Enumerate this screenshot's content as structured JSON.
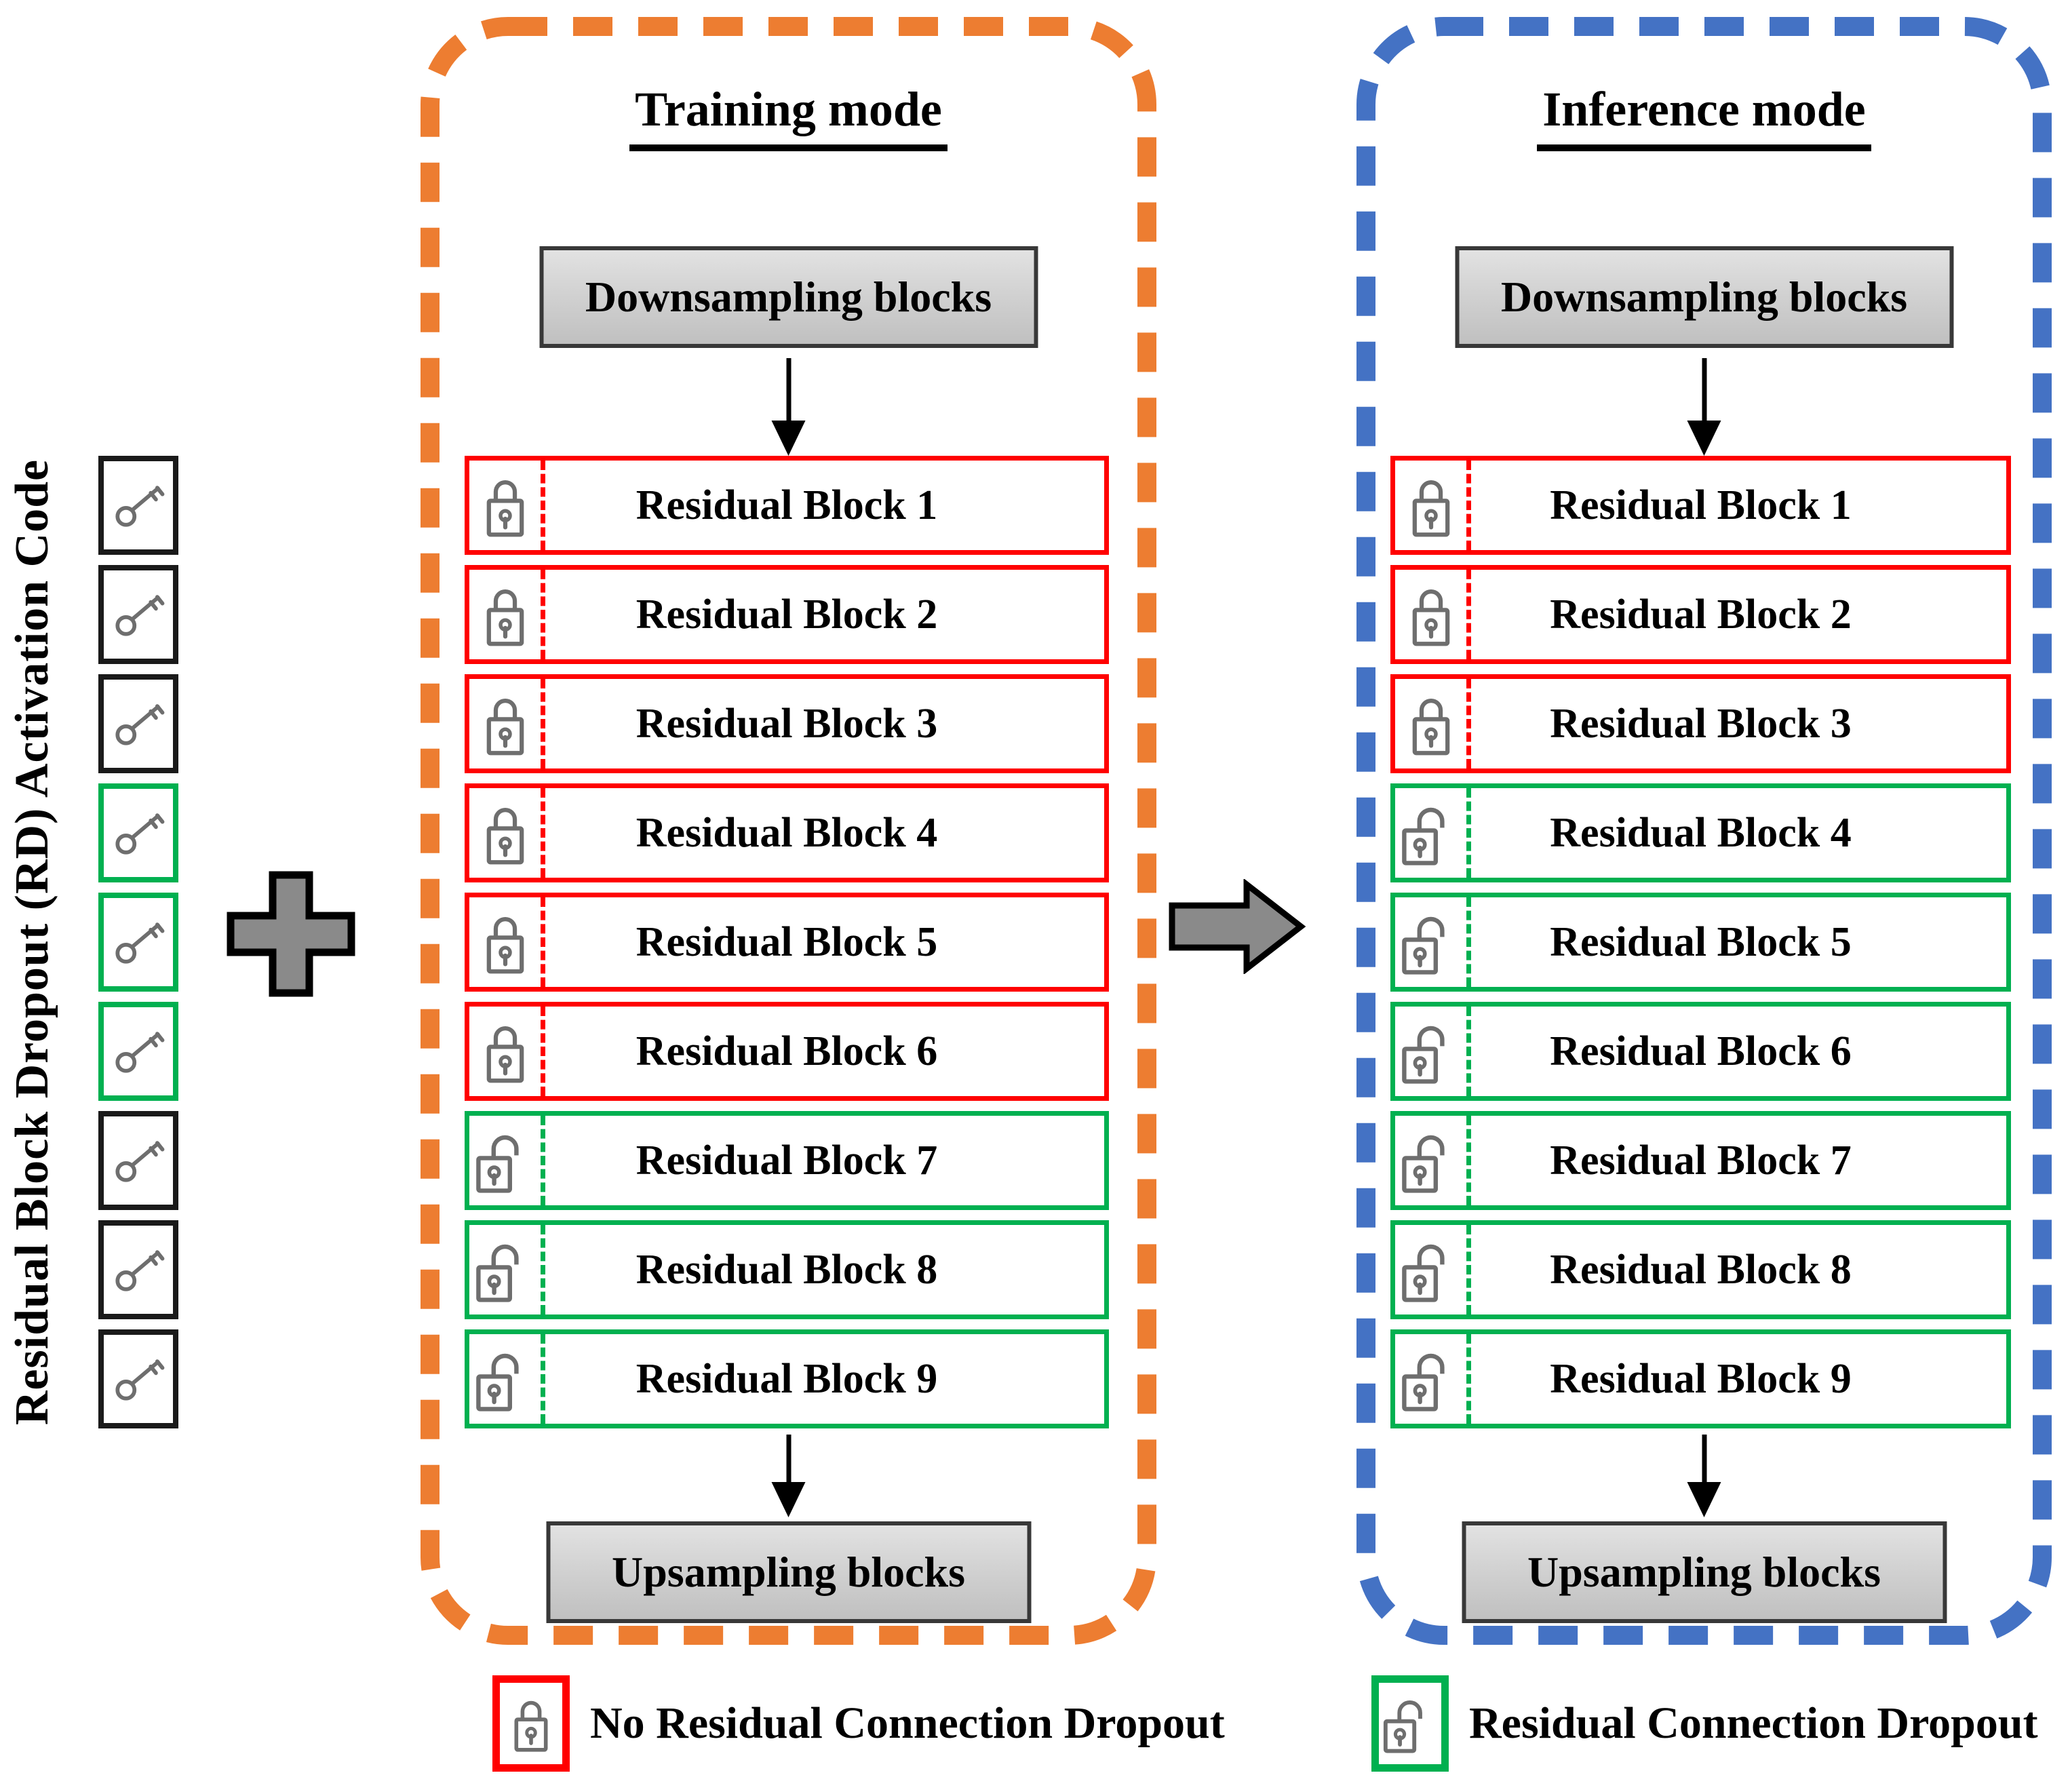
{
  "figure": {
    "left_column": {
      "axis_label": "Residual Block Dropout (RD) Activation Code",
      "keys": [
        {
          "icon": "key-icon",
          "color": "black"
        },
        {
          "icon": "key-icon",
          "color": "black"
        },
        {
          "icon": "key-icon",
          "color": "black"
        },
        {
          "icon": "key-icon",
          "color": "green"
        },
        {
          "icon": "key-icon",
          "color": "green"
        },
        {
          "icon": "key-icon",
          "color": "green"
        },
        {
          "icon": "key-icon",
          "color": "black"
        },
        {
          "icon": "key-icon",
          "color": "black"
        },
        {
          "icon": "key-icon",
          "color": "black"
        }
      ]
    },
    "operators": {
      "plus_icon": "plus-shape",
      "transition_icon": "right-arrow-shape"
    },
    "panels": {
      "training": {
        "title": "Training mode",
        "downsampling_label": "Downsampling blocks",
        "upsampling_label": "Upsampling blocks",
        "blocks": [
          {
            "label": "Residual Block 1",
            "dropout": false
          },
          {
            "label": "Residual Block 2",
            "dropout": false
          },
          {
            "label": "Residual Block 3",
            "dropout": false
          },
          {
            "label": "Residual Block 4",
            "dropout": false
          },
          {
            "label": "Residual Block 5",
            "dropout": false
          },
          {
            "label": "Residual Block 6",
            "dropout": false
          },
          {
            "label": "Residual Block 7",
            "dropout": true
          },
          {
            "label": "Residual Block 8",
            "dropout": true
          },
          {
            "label": "Residual Block 9",
            "dropout": true
          }
        ]
      },
      "inference": {
        "title": "Inference mode",
        "downsampling_label": "Downsampling blocks",
        "upsampling_label": "Upsampling blocks",
        "blocks": [
          {
            "label": "Residual Block 1",
            "dropout": false
          },
          {
            "label": "Residual Block 2",
            "dropout": false
          },
          {
            "label": "Residual Block 3",
            "dropout": false
          },
          {
            "label": "Residual Block 4",
            "dropout": true
          },
          {
            "label": "Residual Block 5",
            "dropout": true
          },
          {
            "label": "Residual Block 6",
            "dropout": true
          },
          {
            "label": "Residual Block 7",
            "dropout": true
          },
          {
            "label": "Residual Block 8",
            "dropout": true
          },
          {
            "label": "Residual Block 9",
            "dropout": true
          }
        ]
      }
    },
    "legend": {
      "no_dropout_label": "No Residual Connection Dropout",
      "no_dropout_icon": "closed-padlock-icon",
      "dropout_label": "Residual Connection Dropout",
      "dropout_icon": "open-padlock-icon"
    },
    "colors": {
      "training_border": "#ED7D31",
      "inference_border": "#4472C4",
      "no_dropout_border": "#FF0000",
      "dropout_border": "#00B050",
      "shape_fill": "#8A8A8A",
      "icon_stroke": "#6E6E6E",
      "gray_box_fill": "#D2D2D2"
    }
  }
}
